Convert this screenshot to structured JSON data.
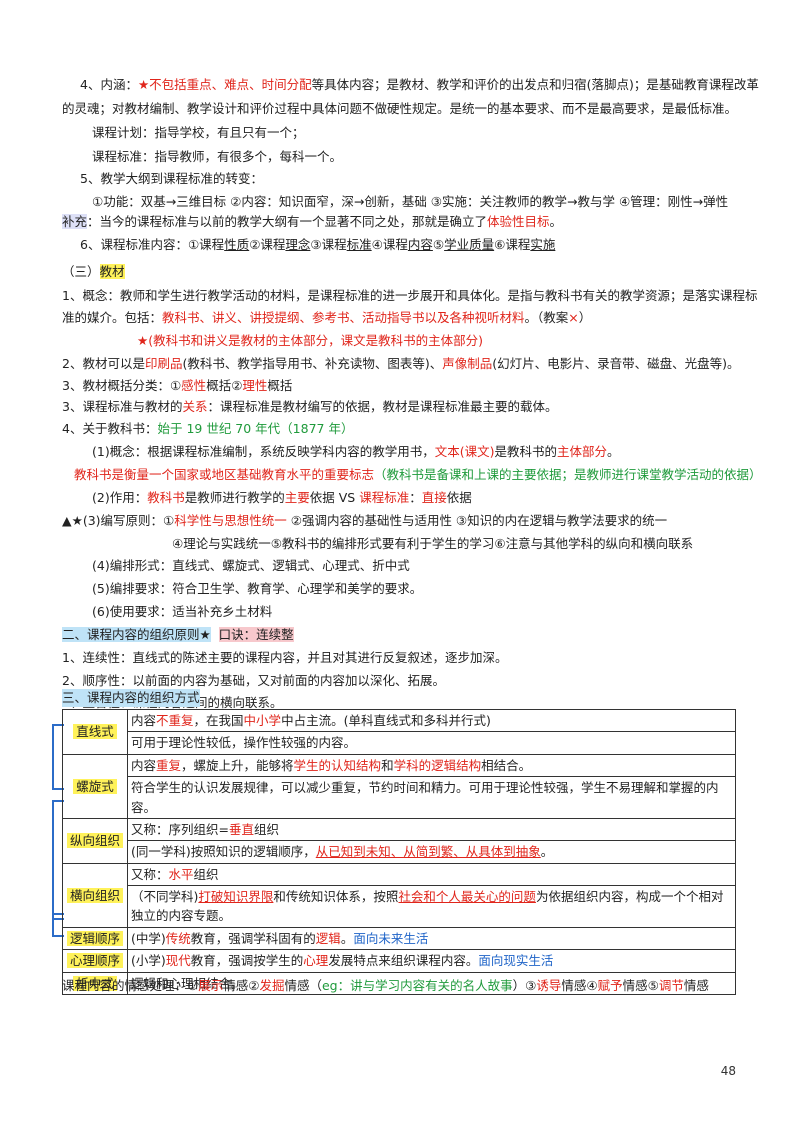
{
  "s1": {
    "a": "4、内涵：",
    "b": "★不包括重点、难点、时间分配",
    "c": "等具体内容；是教材、教学和评价的出发点和归宿(落脚点)；是基础教育课程改革",
    "d": "的灵魂；对教材编制、教学设计和评价过程中具体问题不做硬性规定。是统一的基本要求、而不是最高要求，是最低标准。"
  },
  "s2": {
    "jihua": "课程计划：指导学校，有且只有一个；",
    "biaozhun": "课程标准：指导教师，有很多个，每科一个。",
    "l5": "5、教学大纲到课程标准的转变：",
    "l5b": "①功能：双基→三维目标 ②内容：知识面窄，深→创新，基础 ③实施：关注教师的教学→教与学 ④管理：刚性→弹性",
    "bc_label": "补充",
    "bc_text": "：当今的课程标准与以前的教学大纲有一个显著不同之处，那就是确立了",
    "bc_red": "体验性目标",
    "bc_end": "。",
    "l6": "6、课程标准内容：①课程",
    "l6_a": "性质",
    "l6_b": "②课程",
    "l6_c": "理念",
    "l6_d": "③课程",
    "l6_e": "标准",
    "l6_f": "④课程",
    "l6_g": "内容",
    "l6_h": "⑤",
    "l6_i": "学业质量",
    "l6_j": "⑥课程",
    "l6_k": "实施"
  },
  "s3": {
    "head_a": "（三）",
    "head_b": "教材",
    "c1a": "1、概念：教师和学生进行教学活动的材料，是课程标准的进一步展开和具体化。是指与教科书有关的教学资源；是落实课程标",
    "c1b": "准的媒介。包括：",
    "c1c": "教科书、讲义、讲授提纲、参考书、活动指导书以及各种视听材料",
    "c1d": "。（教案",
    "c1e": "×",
    "c1f": "）",
    "star": "★(教科书和讲义是教材的主体部分，课文是教科书的主体部分)",
    "c2a": "2、教材可以是",
    "c2b": "印刷品",
    "c2c": "(教科书、教学指导用书、补充读物、图表等)、",
    "c2d": "声像制品",
    "c2e": "(幻灯片、电影片、录音带、磁盘、光盘等)。",
    "c3a": "3、教材概括分类：①",
    "c3b": "感性",
    "c3c": "概括②",
    "c3d": "理性",
    "c3e": "概括",
    "c4a": "3、课程标准与教材的",
    "c4b": "关系",
    "c4c": "：课程标准是教材编写的依据，教材是课程标准最主要的载体。",
    "c5a": "4、关于教科书：",
    "c5b": "始于 19 世纪 70 年代（1877 年）",
    "p1a": "(1)概念：根据课程标准编制，系统反映学科内容的教学用书，",
    "p1b": "文本(课文)",
    "p1c": "是教科书的",
    "p1d": "主体部分",
    "p1e": "。",
    "measure_red": "教科书是衡量一个国家或地区基础教育水平的重要标志",
    "measure_grn": "（教科书是备课和上课的主要依据；是教师进行课堂教学活动的依据）",
    "p2a": "(2)作用：",
    "p2b": "教科书",
    "p2c": "是教师进行教学的",
    "p2d": "主要",
    "p2e": "依据 VS ",
    "p2f": "课程标准",
    "p2g": "：",
    "p2h": "直接",
    "p2i": "依据",
    "p3mark": "▲★",
    "p3a": "(3)编写原则：①",
    "p3b": "科学性与思想性统一",
    "p3c": " ②强调内容的基础性与适用性 ③知识的内在逻辑与教学法要求的统一",
    "p3d": "④理论与实践统一⑤教科书的编排形式要有利于学生的学习⑥注意与其他学科的纵向和横向联系",
    "p4": "(4)编排形式：直线式、螺旋式、逻辑式、心理式、折中式",
    "p5": "(5)编排要求：符合卫生学、教育学、心理学和美学的要求。",
    "p6": "(6)使用要求：适当补充乡土材料"
  },
  "s4": {
    "head": "二、课程内容的组织原则★",
    "kj": "口诀：连续整",
    "l1": "1、连续性：直线式的陈述主要的课程内容，并且对其进行反复叙述，逐步加深。",
    "l2": "2、顺序性：以前面的内容为基础，又对前面的内容加以深化、拓展。",
    "l3": "3、整合性：课程内容之间的横向联系。"
  },
  "s5": {
    "head": "三、课程内容的组织方式",
    "rows": {
      "r1": {
        "label": "直线式",
        "a1": "内容",
        "a2": "不重复",
        "a3": "，在我国",
        "a4": "中小学",
        "a5": "中占主流。(单科直线式和多科并行式)",
        "b": "可用于理论性较低，操作性较强的内容。"
      },
      "r2": {
        "label": "螺旋式",
        "a1": "内容",
        "a2": "重复",
        "a3": "，螺旋上升，能够将",
        "a4": "学生的认知结构",
        "a5": "和",
        "a6": "学科的逻辑结构",
        "a7": "相结合。",
        "b1": "符合学生的认识发展规律，可以减少重复，节约时间和精力。可用于理论性较强，学生不易理解和掌握的内容。"
      },
      "r3": {
        "label": "纵向组织",
        "a1": "又称：序列组织=",
        "a2": "垂直",
        "a3": "组织",
        "b1": "(同一学科)按照知识的逻辑顺序，",
        "b2": "从已知到未知、从简到繁、从具体到抽象",
        "b3": "。"
      },
      "r4": {
        "label": "横向组织",
        "a1": "又称：",
        "a2": "水平",
        "a3": "组织",
        "b1": "（不同学科)",
        "b2": "打破知识界限",
        "b3": "和传统知识体系，按照",
        "b4": "社会和个人最关心的问题",
        "b5": "为依据组织内容，构成一个个相对独立",
        "c": "的内容专题。"
      },
      "r5": {
        "label": "逻辑顺序",
        "a1": "(中学)",
        "a2": "传统",
        "a3": "教育，强调学科固有的",
        "a4": "逻辑",
        "a5": "。",
        "a6": "面向未来生活"
      },
      "r6": {
        "label": "心理顺序",
        "a1": "(小学)",
        "a2": "现代",
        "a3": "教育，强调按学生的",
        "a4": "心理",
        "a5": "发展特点来组织课程内容。",
        "a6": "面向现实生活"
      },
      "r7": {
        "label": "折中式",
        "a1": "逻辑和心理相结合。"
      }
    },
    "emo_a": "课程内容的情感处理：①",
    "emo_b": "展示",
    "emo_c": "情感②",
    "emo_d": "发掘",
    "emo_e": "情感（",
    "emo_f": "eg：讲与学习内容有关的名人故事",
    "emo_g": "）③",
    "emo_h": "诱导",
    "emo_i": "情感④",
    "emo_j": "赋予",
    "emo_k": "情感⑤",
    "emo_l": "调节",
    "emo_m": "情感"
  },
  "page_number": "48",
  "colors": {
    "red": "#e0251b",
    "green": "#1f9a3b",
    "blue": "#1f64c8",
    "highlight_yellow": "#fff25a",
    "highlight_blue": "#bfe3f7",
    "highlight_pink": "#f7c8cc"
  }
}
